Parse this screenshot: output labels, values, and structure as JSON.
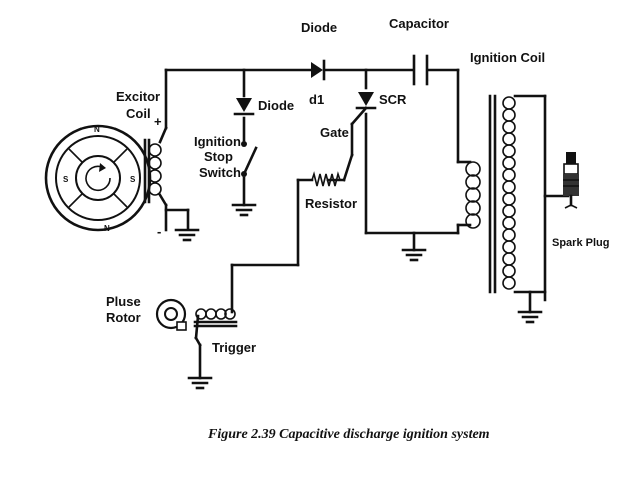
{
  "labels": {
    "diode_top": "Diode",
    "d1": "d1",
    "capacitor": "Capacitor",
    "ignition_coil": "Ignition Coil",
    "exciter_coil_1": "Excitor",
    "exciter_coil_2": "Coil",
    "plus": "+",
    "minus": "-",
    "diode_mid": "Diode",
    "ignition_stop_1": "Ignition",
    "ignition_stop_2": "Stop",
    "ignition_stop_3": "Switch",
    "scr": "SCR",
    "gate": "Gate",
    "resistor": "Resistor",
    "spark_plug": "Spark Plug",
    "pulse_rotor_1": "Pluse",
    "pulse_rotor_2": "Rotor",
    "trigger": "Trigger",
    "pole_n_top": "N",
    "pole_s_left": "S",
    "pole_s_right": "S",
    "pole_n_bottom": "N"
  },
  "caption": "Figure 2.39 Capacitive discharge ignition system",
  "colors": {
    "ink": "#111111",
    "background": "#ffffff"
  }
}
